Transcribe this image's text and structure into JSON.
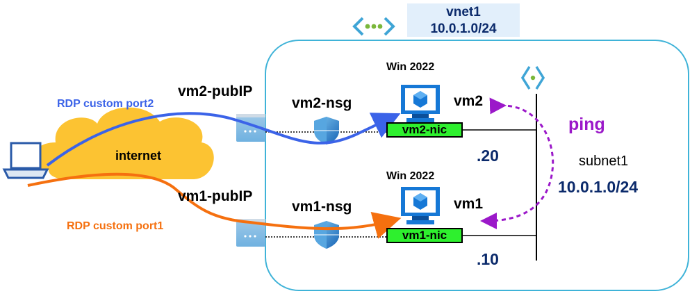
{
  "vnet": {
    "name": "vnet1",
    "cidr": "10.0.1.0/24",
    "icon": "vnet-icon"
  },
  "subnet": {
    "name": "subnet1",
    "cidr": "10.0.1.0/24",
    "icon": "subnet-icon"
  },
  "cloud": {
    "label": "internet",
    "color": "#fcc332"
  },
  "vm2": {
    "os": "Win 2022",
    "name": "vm2",
    "nic": "vm2-nic",
    "nsg": "vm2-nsg",
    "pubip": "vm2-pubIP",
    "ip_suffix": ".20"
  },
  "vm1": {
    "os": "Win 2022",
    "name": "vm1",
    "nic": "vm1-nic",
    "nsg": "vm1-nsg",
    "pubip": "vm1-pubIP",
    "ip_suffix": ".10"
  },
  "rdp2": {
    "label": "RDP custom port2",
    "color": "#3b63e8"
  },
  "rdp1": {
    "label": "RDP custom port1",
    "color": "#f5700f"
  },
  "ping": {
    "label": "ping",
    "color": "#9b18c9"
  },
  "colors": {
    "nic_fill": "#2ef02e",
    "vnet_border": "#3fb3d8",
    "ip_text": "#0b2a6b",
    "vm_blue": "#1678d6"
  }
}
